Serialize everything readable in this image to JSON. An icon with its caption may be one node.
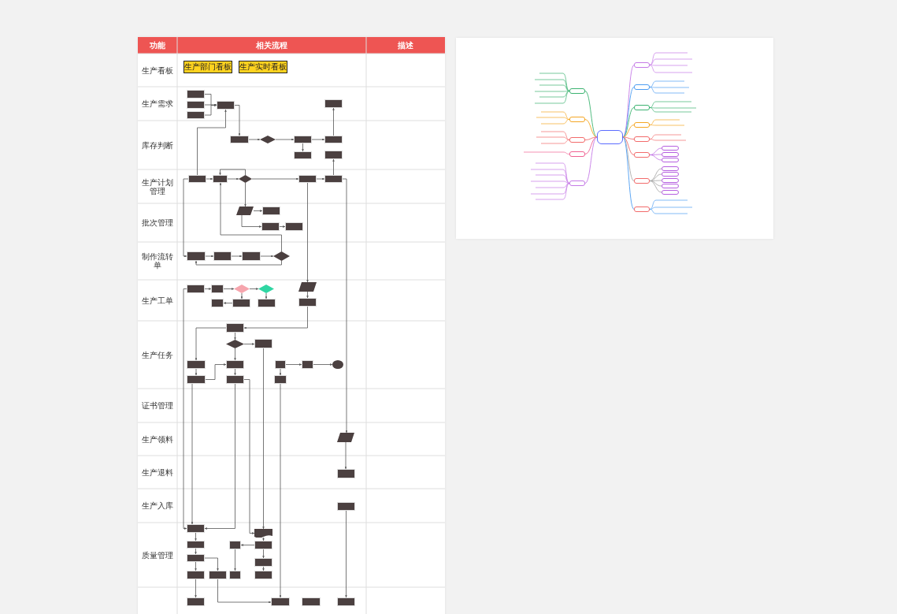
{
  "diagram": {
    "nodes": [
      {
        "text": [
          "生产部门看板"
        ]
      },
      {
        "text": [
          "生产实时看板"
        ]
      },
      {
        "text": [],
        "shape": "box"
      },
      {
        "text": [],
        "shape": "box"
      },
      {
        "text": [],
        "shape": "box"
      },
      {
        "text": [],
        "shape": "box"
      },
      {
        "text": [],
        "shape": "box"
      },
      {
        "text": [],
        "shape": "box"
      },
      {
        "text": [],
        "shape": "diamond"
      },
      {
        "text": [],
        "shape": "box"
      },
      {
        "text": [],
        "shape": "box"
      },
      {
        "text": [],
        "shape": "box"
      },
      {
        "text": [],
        "shape": "box"
      },
      {
        "text": [],
        "shape": "box"
      },
      {
        "text": [],
        "shape": "box"
      },
      {
        "text": [],
        "shape": "diamond"
      },
      {
        "text": [],
        "shape": "box"
      },
      {
        "text": [],
        "shape": "box"
      },
      {
        "text": [],
        "shape": "parallelogram"
      },
      {
        "text": [],
        "shape": "box"
      },
      {
        "text": [],
        "shape": "box"
      },
      {
        "text": [],
        "shape": "box"
      },
      {
        "text": [],
        "shape": "box"
      },
      {
        "text": [],
        "shape": "box"
      },
      {
        "text": [],
        "shape": "box"
      },
      {
        "text": [],
        "shape": "diamond"
      },
      {
        "text": [],
        "shape": "box"
      },
      {
        "text": [],
        "shape": "box"
      },
      {
        "text": [],
        "shape": "diamond"
      },
      {
        "text": [],
        "shape": "diamond"
      },
      {
        "text": [],
        "shape": "box"
      },
      {
        "text": [],
        "shape": "box"
      },
      {
        "text": [],
        "shape": "box"
      },
      {
        "text": [],
        "shape": "parallelogram"
      },
      {
        "text": [],
        "shape": "box"
      },
      {
        "text": [],
        "shape": "box"
      },
      {
        "text": [],
        "shape": "diamond"
      },
      {
        "text": [],
        "shape": "box"
      },
      {
        "text": [],
        "shape": "box"
      },
      {
        "text": [],
        "shape": "box"
      },
      {
        "text": [],
        "shape": "box"
      },
      {
        "text": [],
        "shape": "box"
      },
      {
        "text": [],
        "shape": "circle"
      },
      {
        "text": [],
        "shape": "box"
      },
      {
        "text": [],
        "shape": "box"
      },
      {
        "text": [],
        "shape": "box"
      },
      {
        "text": [],
        "shape": "parallelogram"
      },
      {
        "text": [],
        "shape": "box"
      },
      {
        "text": [],
        "shape": "box"
      },
      {
        "text": [],
        "shape": "box"
      },
      {
        "text": [],
        "shape": "document"
      },
      {
        "text": [],
        "shape": "box"
      },
      {
        "text": [],
        "shape": "box"
      },
      {
        "text": [],
        "shape": "box"
      },
      {
        "text": [],
        "shape": "box"
      },
      {
        "text": [],
        "shape": "box"
      },
      {
        "text": [],
        "shape": "box"
      },
      {
        "text": [],
        "shape": "box"
      },
      {
        "text": [],
        "shape": "box"
      },
      {
        "text": [],
        "shape": "box"
      },
      {
        "text": [],
        "shape": "box"
      },
      {
        "text": [],
        "shape": "box"
      },
      {
        "text": [],
        "shape": "box"
      },
      {
        "text": [],
        "shape": "box"
      },
      {
        "text": [],
        "shape": "box"
      },
      {
        "text": [],
        "shape": "box"
      },
      {
        "text": [],
        "shape": "box"
      },
      {
        "text": [],
        "shape": "box"
      },
      {
        "text": [],
        "shape": "box"
      },
      {
        "text": [],
        "shape": "box"
      },
      {
        "text": [],
        "shape": "box"
      },
      {
        "text": [],
        "shape": "box"
      },
      {
        "text": [],
        "shape": "box"
      },
      {
        "text": [],
        "shape": "box"
      },
      {
        "text": [],
        "shape": "box"
      },
      {
        "text": [],
        "shape": "box"
      },
      {
        "text": [],
        "shape": "box"
      },
      {
        "text": [],
        "shape": "box"
      },
      {
        "text": [],
        "shape": "box"
      },
      {
        "text": [],
        "shape": "box"
      },
      {
        "text": [],
        "shape": "box"
      },
      {
        "text": [],
        "shape": "box"
      },
      {
        "text": [],
        "shape": "box"
      },
      {
        "text": [],
        "shape": "box"
      },
      {
        "text": [],
        "shape": "box"
      },
      {
        "text": [],
        "shape": "box"
      }
    ],
    "edges": [
      {
        "from": 2,
        "to": 5,
        "arrow": "to"
      },
      {
        "from": 3,
        "to": 5,
        "arrow": "to"
      },
      {
        "from": 4,
        "to": 5,
        "arrow": "to"
      },
      {
        "from": 5,
        "to": 7,
        "arrow": "to"
      },
      {
        "from": 7,
        "to": 8,
        "arrow": "to"
      },
      {
        "from": 8,
        "to": 9,
        "arrow": "to"
      },
      {
        "from": 9,
        "to": 10,
        "arrow": "to"
      },
      {
        "from": 10,
        "to": 6,
        "arrow": "to"
      },
      {
        "from": 9,
        "to": 11,
        "arrow": "to"
      },
      {
        "from": 13,
        "to": 5,
        "arrow": "to"
      },
      {
        "from": 13,
        "to": 14,
        "arrow": "to"
      },
      {
        "from": 14,
        "to": 15,
        "arrow": "to"
      },
      {
        "from": 15,
        "to": 14,
        "arrow": "to"
      },
      {
        "from": 15,
        "to": 16,
        "arrow": "to"
      },
      {
        "from": 16,
        "to": 17,
        "arrow": "to"
      },
      {
        "from": 17,
        "to": 12,
        "arrow": "to"
      },
      {
        "from": 15,
        "to": 18,
        "arrow": "to"
      },
      {
        "from": 18,
        "to": 19,
        "arrow": "to"
      },
      {
        "from": 18,
        "to": 20,
        "arrow": "to"
      },
      {
        "from": 20,
        "to": 21,
        "arrow": "to"
      },
      {
        "from": 13,
        "to": 22,
        "arrow": "to"
      },
      {
        "from": 22,
        "to": 23,
        "arrow": "to"
      },
      {
        "from": 23,
        "to": 24,
        "arrow": "to"
      },
      {
        "from": 24,
        "to": 25,
        "arrow": "to"
      },
      {
        "from": 25,
        "to": 22,
        "arrow": "to"
      },
      {
        "from": 25,
        "to": 14,
        "arrow": "to"
      },
      {
        "from": 16,
        "to": 33,
        "arrow": "to"
      },
      {
        "from": 17,
        "to": 46,
        "arrow": "to"
      },
      {
        "from": 26,
        "to": 27,
        "arrow": "to"
      },
      {
        "from": 27,
        "to": 28,
        "arrow": "to"
      },
      {
        "from": 28,
        "to": 29,
        "arrow": "to"
      },
      {
        "from": 28,
        "to": 31,
        "arrow": "to"
      },
      {
        "from": 31,
        "to": 30,
        "arrow": "to"
      },
      {
        "from": 29,
        "to": 32,
        "arrow": "to"
      },
      {
        "from": 33,
        "to": 34,
        "arrow": "to"
      },
      {
        "from": 34,
        "to": 35,
        "arrow": "to"
      },
      {
        "from": 35,
        "to": 36,
        "arrow": "to"
      },
      {
        "from": 36,
        "to": 37,
        "arrow": "to"
      },
      {
        "from": 36,
        "to": 39,
        "arrow": "to"
      },
      {
        "from": 35,
        "to": 38,
        "arrow": "to"
      },
      {
        "from": 38,
        "to": 43,
        "arrow": "to"
      },
      {
        "from": 43,
        "to": 39,
        "arrow": "to"
      },
      {
        "from": 39,
        "to": 44,
        "arrow": "to"
      },
      {
        "from": 40,
        "to": 41,
        "arrow": "to"
      },
      {
        "from": 41,
        "to": 42,
        "arrow": "to"
      },
      {
        "from": 40,
        "to": 45,
        "arrow": "to"
      },
      {
        "from": 26,
        "to": 49,
        "arrow": "to"
      },
      {
        "from": 43,
        "to": 49,
        "arrow": "to"
      },
      {
        "from": 44,
        "to": 49,
        "arrow": "to"
      },
      {
        "from": 44,
        "to": 50,
        "arrow": "to"
      },
      {
        "from": 37,
        "to": 50,
        "arrow": "to"
      },
      {
        "from": 45,
        "to": 61,
        "arrow": "to"
      },
      {
        "from": 46,
        "to": 47,
        "arrow": "to"
      },
      {
        "from": 48,
        "to": 63,
        "arrow": "to"
      },
      {
        "from": 49,
        "to": 51,
        "arrow": "to"
      },
      {
        "from": 51,
        "to": 54,
        "arrow": "to"
      },
      {
        "from": 54,
        "to": 56,
        "arrow": "to"
      },
      {
        "from": 56,
        "to": 60,
        "arrow": "to"
      },
      {
        "from": 54,
        "to": 57,
        "arrow": "to"
      },
      {
        "from": 50,
        "to": 53,
        "arrow": "to"
      },
      {
        "from": 53,
        "to": 52,
        "arrow": "to"
      },
      {
        "from": 52,
        "to": 58,
        "arrow": "to"
      },
      {
        "from": 53,
        "to": 55,
        "arrow": "to"
      },
      {
        "from": 55,
        "to": 59,
        "arrow": "to"
      },
      {
        "from": 57,
        "to": 61,
        "arrow": "to"
      },
      {
        "from": 64,
        "to": 65,
        "arrow": "none",
        "color": "#c57ae6"
      },
      {
        "from": 64,
        "to": 66,
        "arrow": "none",
        "color": "#4d9df2"
      },
      {
        "from": 64,
        "to": 67,
        "arrow": "none",
        "color": "#3cb371"
      },
      {
        "from": 64,
        "to": 68,
        "arrow": "none",
        "color": "#f5a623"
      },
      {
        "from": 64,
        "to": 69,
        "arrow": "none",
        "color": "#f26b6b"
      },
      {
        "from": 64,
        "to": 70,
        "arrow": "none",
        "color": "#f26b6b"
      },
      {
        "from": 64,
        "to": 71,
        "arrow": "none",
        "color": "#aaaaaa"
      },
      {
        "from": 64,
        "to": 72,
        "arrow": "none",
        "color": "#4d9df2"
      },
      {
        "from": 64,
        "to": 73,
        "arrow": "none",
        "color": "#3cb371"
      },
      {
        "from": 64,
        "to": 74,
        "arrow": "none",
        "color": "#f5a623"
      },
      {
        "from": 64,
        "to": 75,
        "arrow": "none",
        "color": "#f26b6b"
      },
      {
        "from": 64,
        "to": 76,
        "arrow": "none",
        "color": "#f06292"
      },
      {
        "from": 64,
        "to": 77,
        "arrow": "none",
        "color": "#c57ae6"
      },
      {
        "from": 70,
        "to": 78,
        "arrow": "none",
        "color": "#c57ae6"
      },
      {
        "from": 70,
        "to": 79,
        "arrow": "none",
        "color": "#c57ae6"
      },
      {
        "from": 70,
        "to": 80,
        "arrow": "none",
        "color": "#c57ae6"
      },
      {
        "from": 71,
        "to": 81,
        "arrow": "none",
        "color": "#aaaaaa"
      },
      {
        "from": 71,
        "to": 82,
        "arrow": "none",
        "color": "#aaaaaa"
      },
      {
        "from": 71,
        "to": 83,
        "arrow": "none",
        "color": "#aaaaaa"
      },
      {
        "from": 71,
        "to": 84,
        "arrow": "none",
        "color": "#aaaaaa"
      },
      {
        "from": 71,
        "to": 85,
        "arrow": "none",
        "color": "#aaaaaa"
      }
    ],
    "labels": [
      "功能",
      "相关流程",
      "描述",
      "生产看板",
      "生产需求",
      "库存判断",
      "生产计划管理",
      "批次管理",
      "制作流转单",
      "生产工单",
      "生产任务",
      "证书管理",
      "生产领料",
      "生产退料",
      "生产入库",
      "质量管理"
    ]
  }
}
